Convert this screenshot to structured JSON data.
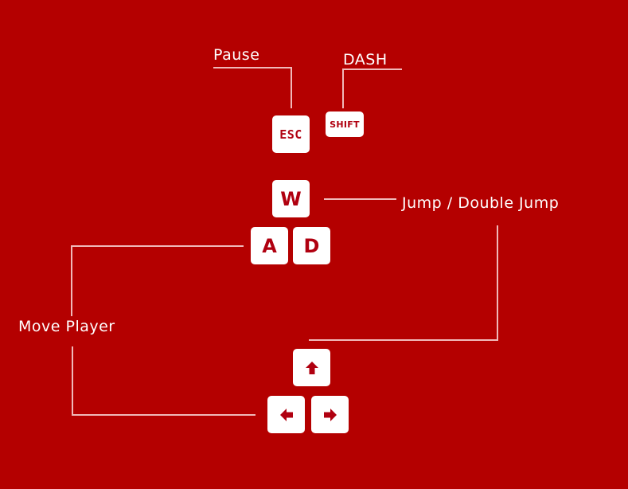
{
  "colors": {
    "background": "#b40000",
    "key_face": "#ffffff",
    "key_glyph": "#b00010",
    "label_text": "#ffffff",
    "connector": "#f0b9b9"
  },
  "actions": {
    "pause": "Pause",
    "dash": "DASH",
    "jump": "Jump / Double Jump",
    "move": "Move Player"
  },
  "keys": {
    "esc": "ESC",
    "shift": "SHIFT",
    "w": "W",
    "a": "A",
    "d": "D",
    "up": "arrow-up-icon",
    "left": "arrow-left-icon",
    "right": "arrow-right-icon"
  }
}
